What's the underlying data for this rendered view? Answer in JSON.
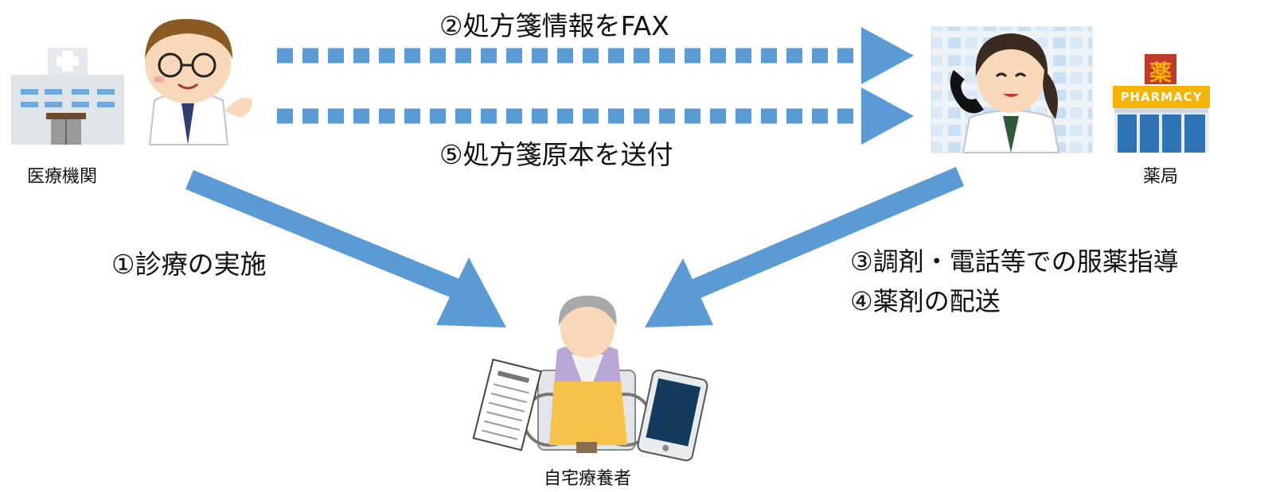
{
  "nodes": {
    "hospital": {
      "label": "医療機関",
      "icon": "hospital-building-icon"
    },
    "doctor": {
      "icon": "doctor-icon"
    },
    "pharmacist": {
      "icon": "pharmacist-on-phone-icon"
    },
    "pharmacy": {
      "label": "薬局",
      "sign_text": "PHARMACY",
      "sign_mark": "薬",
      "icon": "pharmacy-store-icon"
    },
    "patient": {
      "label": "自宅療養者",
      "icon": "patient-in-wheelchair-icon"
    },
    "prescription": {
      "icon": "prescription-document-icon"
    },
    "tablet": {
      "icon": "tablet-device-icon"
    }
  },
  "edges": [
    {
      "id": "step1",
      "label": "①診療の実施",
      "from": "hospital",
      "to": "patient",
      "style": "solid"
    },
    {
      "id": "step2",
      "label": "②処方箋情報をFAX",
      "from": "hospital",
      "to": "pharmacy",
      "style": "dotted"
    },
    {
      "id": "step3",
      "label": "③調剤・電話等での服薬指導",
      "from": "pharmacy",
      "to": "patient",
      "style": "solid"
    },
    {
      "id": "step4",
      "label": "④薬剤の配送",
      "from": "pharmacy",
      "to": "patient",
      "style": "solid"
    },
    {
      "id": "step5",
      "label": "⑤処方箋原本を送付",
      "from": "hospital",
      "to": "pharmacy",
      "style": "dotted"
    }
  ],
  "colors": {
    "arrow": "#5b9bd5",
    "building": "#dfe4e8",
    "window": "#6fa8dc",
    "pharmacy_sign": "#f4b400",
    "pharmacy_mark": "#c0392b",
    "blanket": "#f6c24a",
    "cardigan": "#b9a7d8"
  }
}
